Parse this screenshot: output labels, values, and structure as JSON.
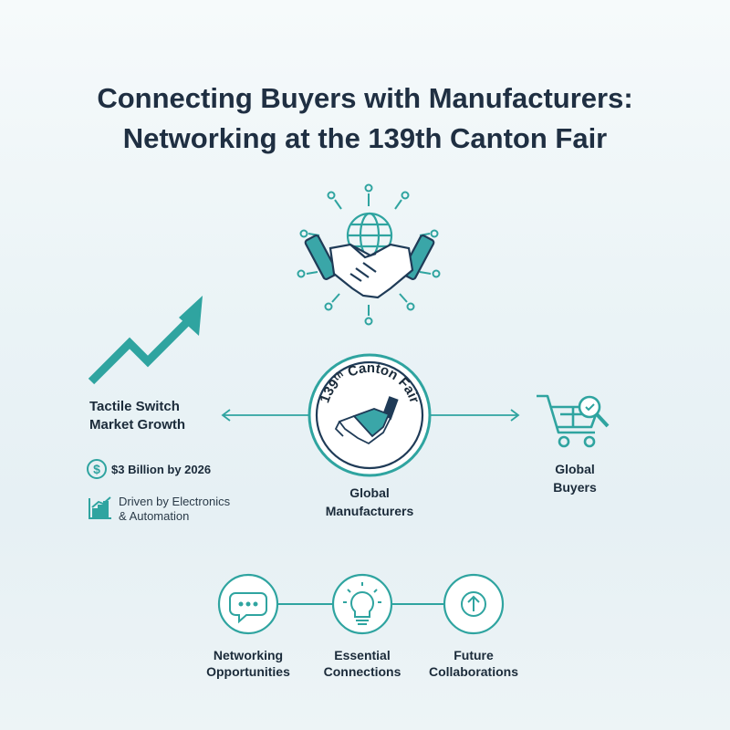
{
  "title": {
    "line1": "Connecting Buyers with Manufacturers:",
    "line2": "Networking at the 139th Canton Fair"
  },
  "center_badge": {
    "text": "139th Canton Fair",
    "num": "139",
    "sup": "th",
    "rest": " Canton Fair"
  },
  "market": {
    "line1": "Tactile Switch",
    "line2": "Market Growth",
    "stat_value": "$3 Billion by 2026",
    "driver_line1": "Driven by Electronics",
    "driver_line2": "& Automation"
  },
  "manufacturers": {
    "line1": "Global",
    "line2": "Manufacturers"
  },
  "buyers": {
    "line1": "Global",
    "line2": "Buyers"
  },
  "benefits": [
    {
      "line1": "Networking",
      "line2": "Opportunities",
      "icon": "chat-bubble-icon"
    },
    {
      "line1": "Essential",
      "line2": "Connections",
      "icon": "lightbulb-icon"
    },
    {
      "line1": "Future",
      "line2": "Collaborations",
      "icon": "up-arrow-icon"
    }
  ],
  "colors": {
    "teal": "#2fa4a0",
    "navy": "#1f3b57",
    "text": "#1b2b3a",
    "handshake_fill": "#3aa6a8"
  }
}
